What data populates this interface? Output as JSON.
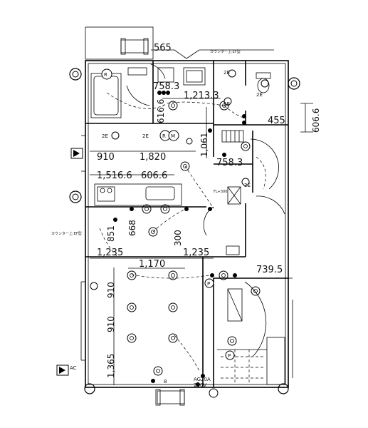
{
  "dimensions": {
    "d565": "565",
    "d758": "758.3",
    "d1213": "1,213.3",
    "d6066v": "606.6",
    "d455": "455",
    "d1061": "1,061",
    "d910a": "910",
    "d1820": "1,820",
    "d7583b": "758.3",
    "d15166": "1,516.6",
    "d6066b": "606.6",
    "d668": "668",
    "d851": "851",
    "d300": "300",
    "d1235a": "1,235",
    "d1235b": "1,235",
    "d1170": "1,170",
    "d7395": "739.5",
    "d910b": "910",
    "d910c": "910",
    "d1365": "1,365",
    "d6166": "616.6"
  },
  "notes": {
    "counter_top": "カウンター上:EF型",
    "counter_left": "カウンター上:EF型",
    "fl300": "FL+300"
  },
  "tags": {
    "two_e_a": "2E",
    "two_e_b": "2E",
    "two_e_c": "2E",
    "two_e_d": "2E",
    "two_e_e": "2E",
    "two_e_f": "2E",
    "r_a": "R",
    "r_b": "R",
    "m": "M",
    "p_a": "P",
    "p_b": "P",
    "ag": "AG20A",
    "v200": "200V",
    "num8": "8",
    "ac": "AC"
  }
}
